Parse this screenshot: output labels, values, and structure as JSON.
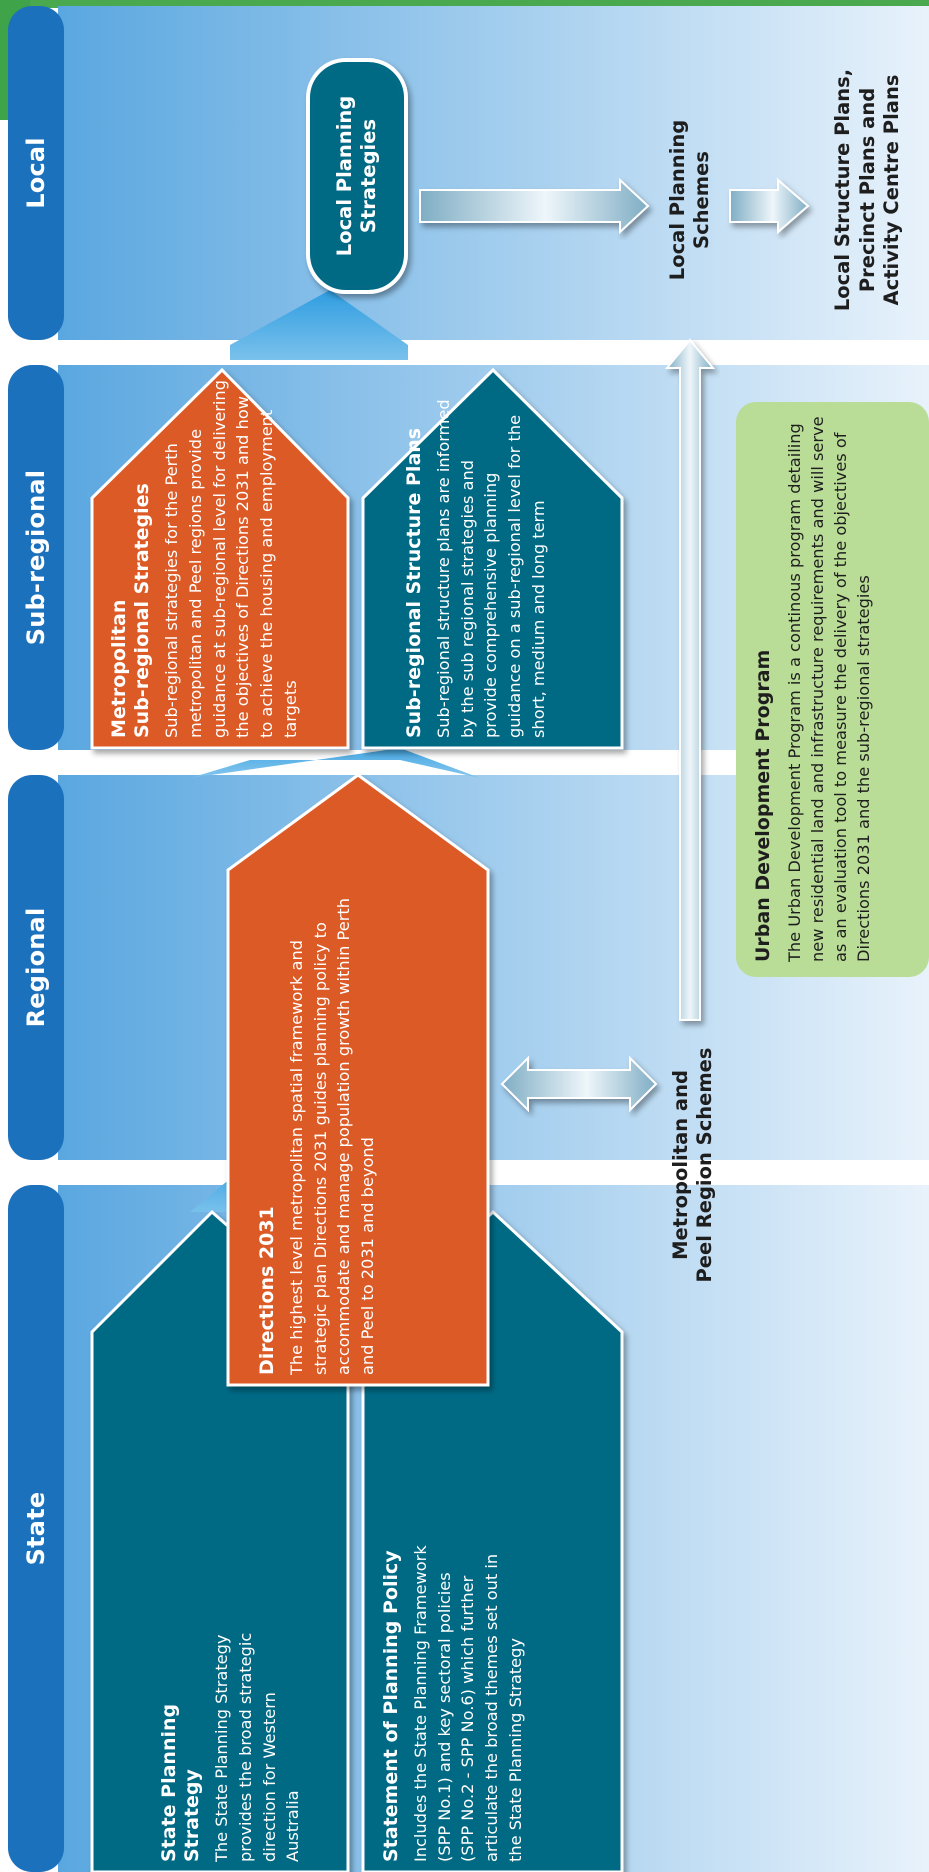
{
  "colors": {
    "band_bar": "#1c71bd",
    "band_bg_start": "#5aa7e0",
    "band_bg_end": "#e8f2fb",
    "teal": "#046a85",
    "orange": "#db5a25",
    "green": "#b9dc96",
    "arrow": "#8ab6cc"
  },
  "bands": [
    {
      "label": "State"
    },
    {
      "label": "Regional"
    },
    {
      "label": "Sub-regional"
    },
    {
      "label": "Local"
    }
  ],
  "boxes": {
    "state_planning_strategy": {
      "title": "State Planning Strategy",
      "text": "The State Planning Strategy provides the broad strategic direction for Western Australia"
    },
    "statement_of_planning_policy": {
      "title": "Statement of Planning Policy",
      "text": "Includes the State Planning Framework (SPP No.1) and key sectoral policies (SPP No.2 - SPP No.6) which further articulate the broad themes set out in the State Planning Strategy"
    },
    "directions_2031": {
      "title": "Directions 2031",
      "text": "The highest level metropolitan spatial framework and strategic plan Directions 2031 guides planning policy to accommodate and manage population growth within Perth and Peel to 2031 and beyond"
    },
    "metro_subregional_strategies": {
      "title_line1": "Metropolitan",
      "title_line2": "Sub-regional Strategies",
      "text": "Sub-regional strategies for the Perth metropolitan and Peel regions provide guidance at sub-regional level for delivering the objectives of Directions 2031 and how to achieve the housing and employment targets"
    },
    "subregional_structure_plans": {
      "title": "Sub-regional Structure Plans",
      "text": "Sub-regional structure plans are informed by the sub regional strategies and provide comprehensive planning guidance on a sub-regional level for the short, medium and long term"
    },
    "urban_development_program": {
      "title": "Urban Development Program",
      "text": "The Urban Development Program is a continous program detailing new residential land and infrastructure requirements and will serve as an evaluation tool to measure the delivery of the objectives of Directions 2031 and the sub-regional strategies"
    }
  },
  "nodes": {
    "local_planning_strategies": {
      "line1": "Local Planning",
      "line2": "Strategies"
    },
    "region_schemes": {
      "line1": "Metropolitan and",
      "line2": "Peel Region Schemes"
    },
    "local_planning_schemes": {
      "line1": "Local Planning",
      "line2": "Schemes"
    },
    "local_structure_plans": {
      "line1": "Local Structure Plans,",
      "line2": "Precinct Plans and",
      "line3": "Activity Centre Plans"
    }
  }
}
